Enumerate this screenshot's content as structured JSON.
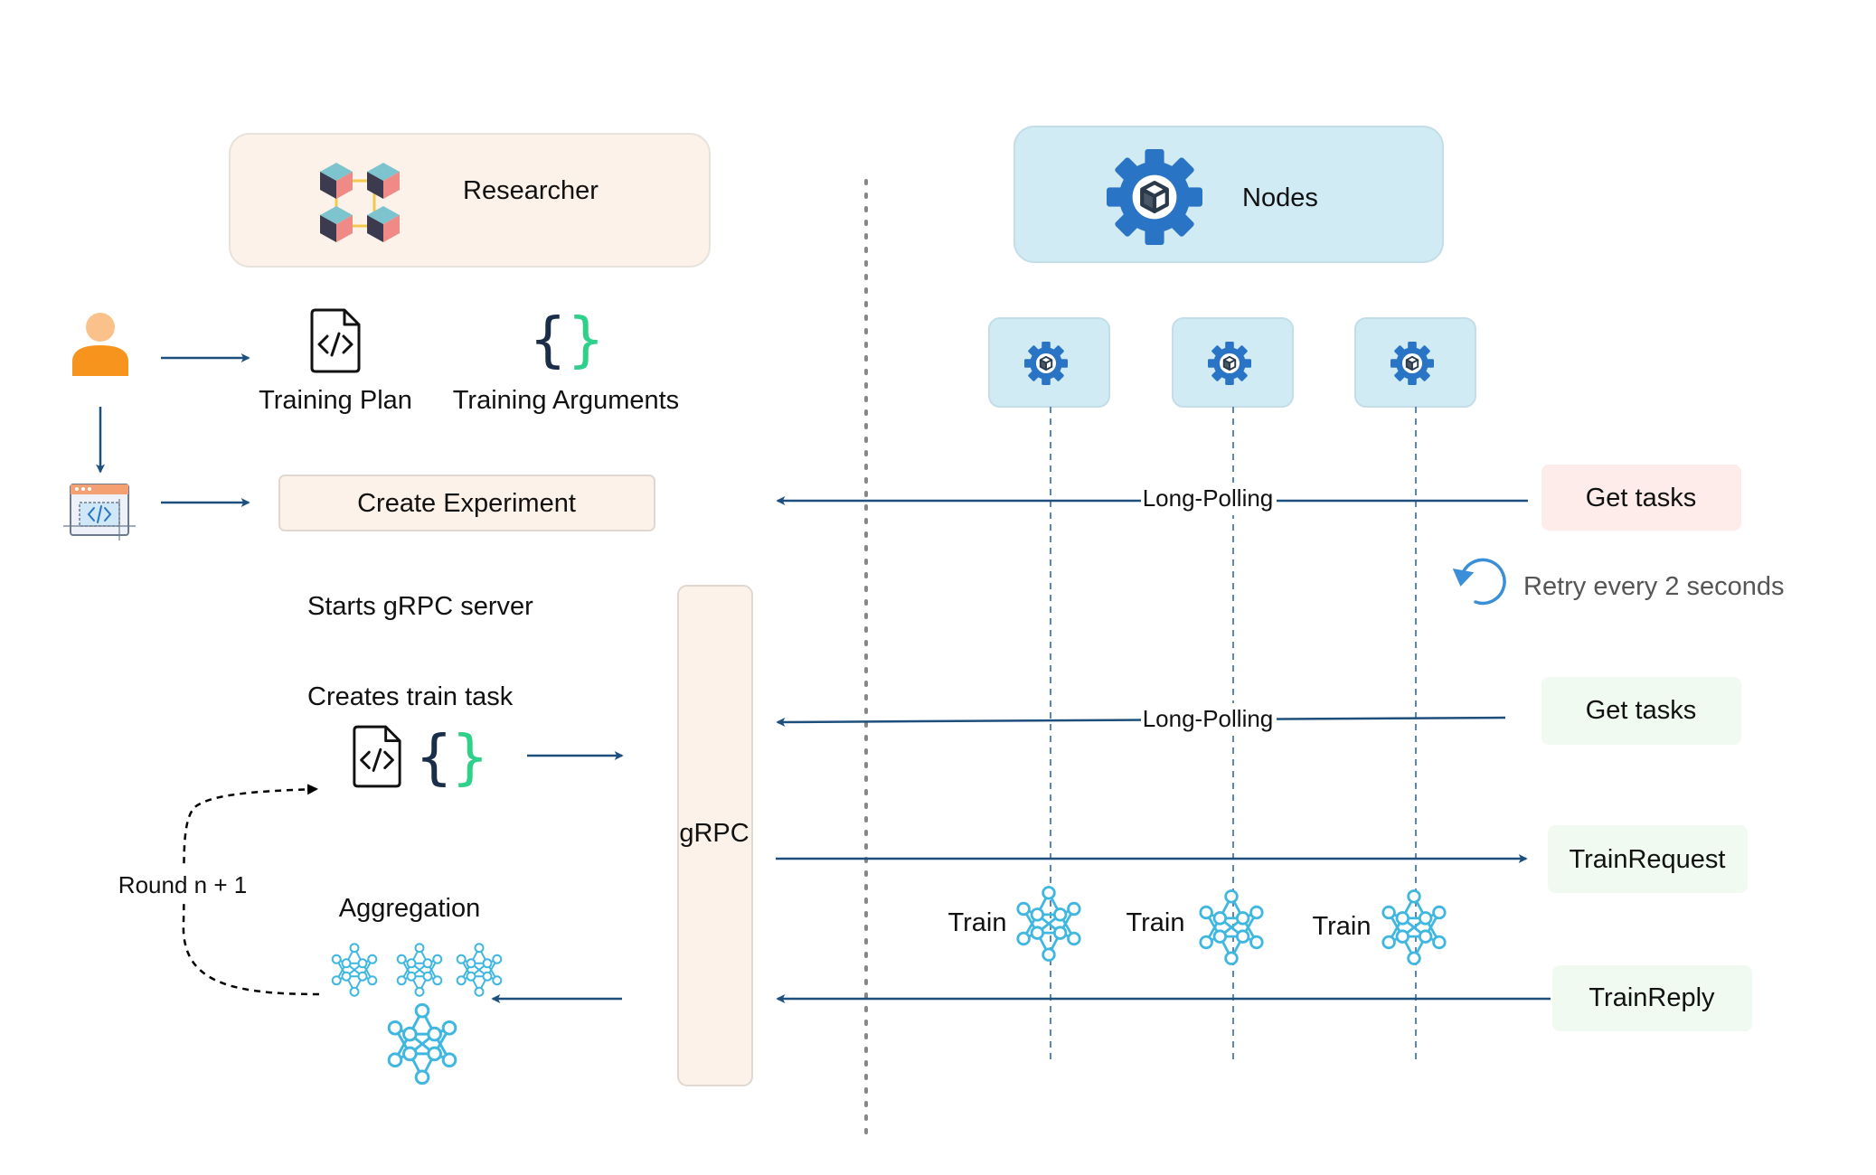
{
  "researcher": {
    "title": "Researcher"
  },
  "nodes": {
    "title": "Nodes"
  },
  "artifacts": {
    "training_plan": "Training Plan",
    "training_arguments": "Training Arguments",
    "brace_open": "{",
    "brace_close": "}"
  },
  "steps": {
    "create_experiment": "Create Experiment",
    "starts_grpc": "Starts gRPC server",
    "creates_train_task": "Creates train task",
    "aggregation": "Aggregation",
    "round": "Round n + 1"
  },
  "grpc": {
    "label": "gRPC"
  },
  "messages": {
    "long_polling_1": "Long-Polling",
    "long_polling_2": "Long-Polling",
    "get_tasks_1": "Get tasks",
    "get_tasks_2": "Get tasks",
    "retry": "Retry every 2 seconds",
    "train_request": "TrainRequest",
    "train_reply": "TrainReply"
  },
  "train_labels": [
    "Train",
    "Train",
    "Train"
  ],
  "colors": {
    "researcher_fill": "#fdf2e9",
    "nodes_fill": "#d1ebf5",
    "arrow": "#1d4f7c",
    "gear": "#2a74c5",
    "network": "#3fb7e0",
    "get_tasks_1_fill": "#fdecea",
    "green_fill": "#f1faf1",
    "person": "#f7941d",
    "brace_dark": "#1a2e4a",
    "brace_green": "#2fd08a"
  }
}
